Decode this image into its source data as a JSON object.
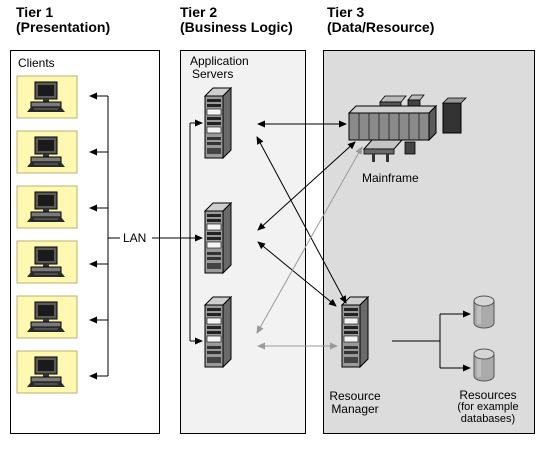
{
  "tiers": [
    {
      "title": "Tier 1",
      "subtitle": "(Presentation)",
      "box_label": "Clients"
    },
    {
      "title": "Tier 2",
      "subtitle": "(Business Logic)",
      "box_label_line1": "Application",
      "box_label_line2": "Servers"
    },
    {
      "title": "Tier 3",
      "subtitle": "(Data/Resource)"
    }
  ],
  "labels": {
    "lan": "LAN",
    "mainframe": "Mainframe",
    "resource_manager_line1": "Resource",
    "resource_manager_line2": "Manager",
    "resources_line1": "Resources",
    "resources_line2": "(for example",
    "resources_line3": "databases)"
  },
  "colors": {
    "tier3_background": "#dcdcdc",
    "tier2_background": "#f2f2f2",
    "client_panel": "#fff8b0",
    "gray_arrow": "#9a9a9a"
  },
  "icons": {
    "client": "desktop-computer-icon",
    "server": "server-tower-icon",
    "mainframe": "mainframe-icon",
    "database": "database-cylinder-icon"
  }
}
